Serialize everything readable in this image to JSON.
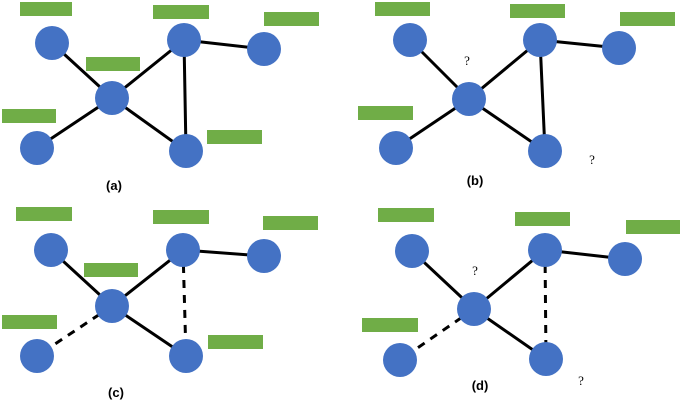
{
  "colors": {
    "node": "#4472c4",
    "label": "#70ad47",
    "edge": "#000000"
  },
  "panels": [
    {
      "id": "a",
      "caption": "(a)"
    },
    {
      "id": "b",
      "caption": "(b)",
      "unknown_marks": [
        "?",
        "?"
      ]
    },
    {
      "id": "c",
      "caption": "(c)"
    },
    {
      "id": "d",
      "caption": "(d)",
      "unknown_marks": [
        "?",
        "?"
      ]
    }
  ]
}
